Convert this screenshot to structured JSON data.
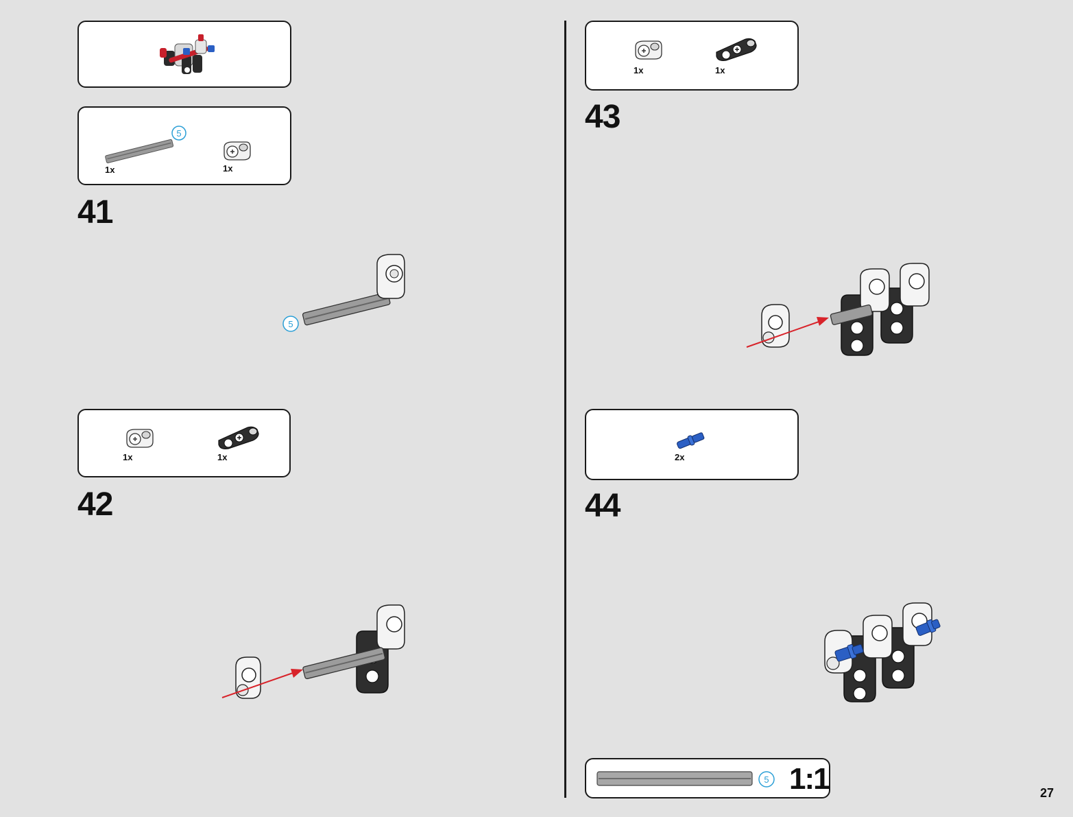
{
  "page_number": "27",
  "submodel_box": {},
  "step41": {
    "number": "41",
    "parts": [
      {
        "name": "axle-5",
        "qty": "1x",
        "length_badge": "5"
      },
      {
        "name": "white-pin-connector",
        "qty": "1x"
      }
    ],
    "axle_badge": "5"
  },
  "step42": {
    "number": "42",
    "parts": [
      {
        "name": "white-pin-connector",
        "qty": "1x"
      },
      {
        "name": "black-beam-connector",
        "qty": "1x"
      }
    ]
  },
  "step43": {
    "number": "43",
    "parts": [
      {
        "name": "white-pin-connector",
        "qty": "1x"
      },
      {
        "name": "black-beam-connector",
        "qty": "1x"
      }
    ]
  },
  "step44": {
    "number": "44",
    "parts": [
      {
        "name": "blue-axle-pin",
        "qty": "2x"
      }
    ]
  },
  "scale_ruler": {
    "length_badge": "5",
    "scale_label": "1:1"
  },
  "colors": {
    "arrow": "#d8232a",
    "badge": "#2b9fd6",
    "blue_part": "#2b5fc4",
    "dark_part": "#2a2a2a"
  }
}
